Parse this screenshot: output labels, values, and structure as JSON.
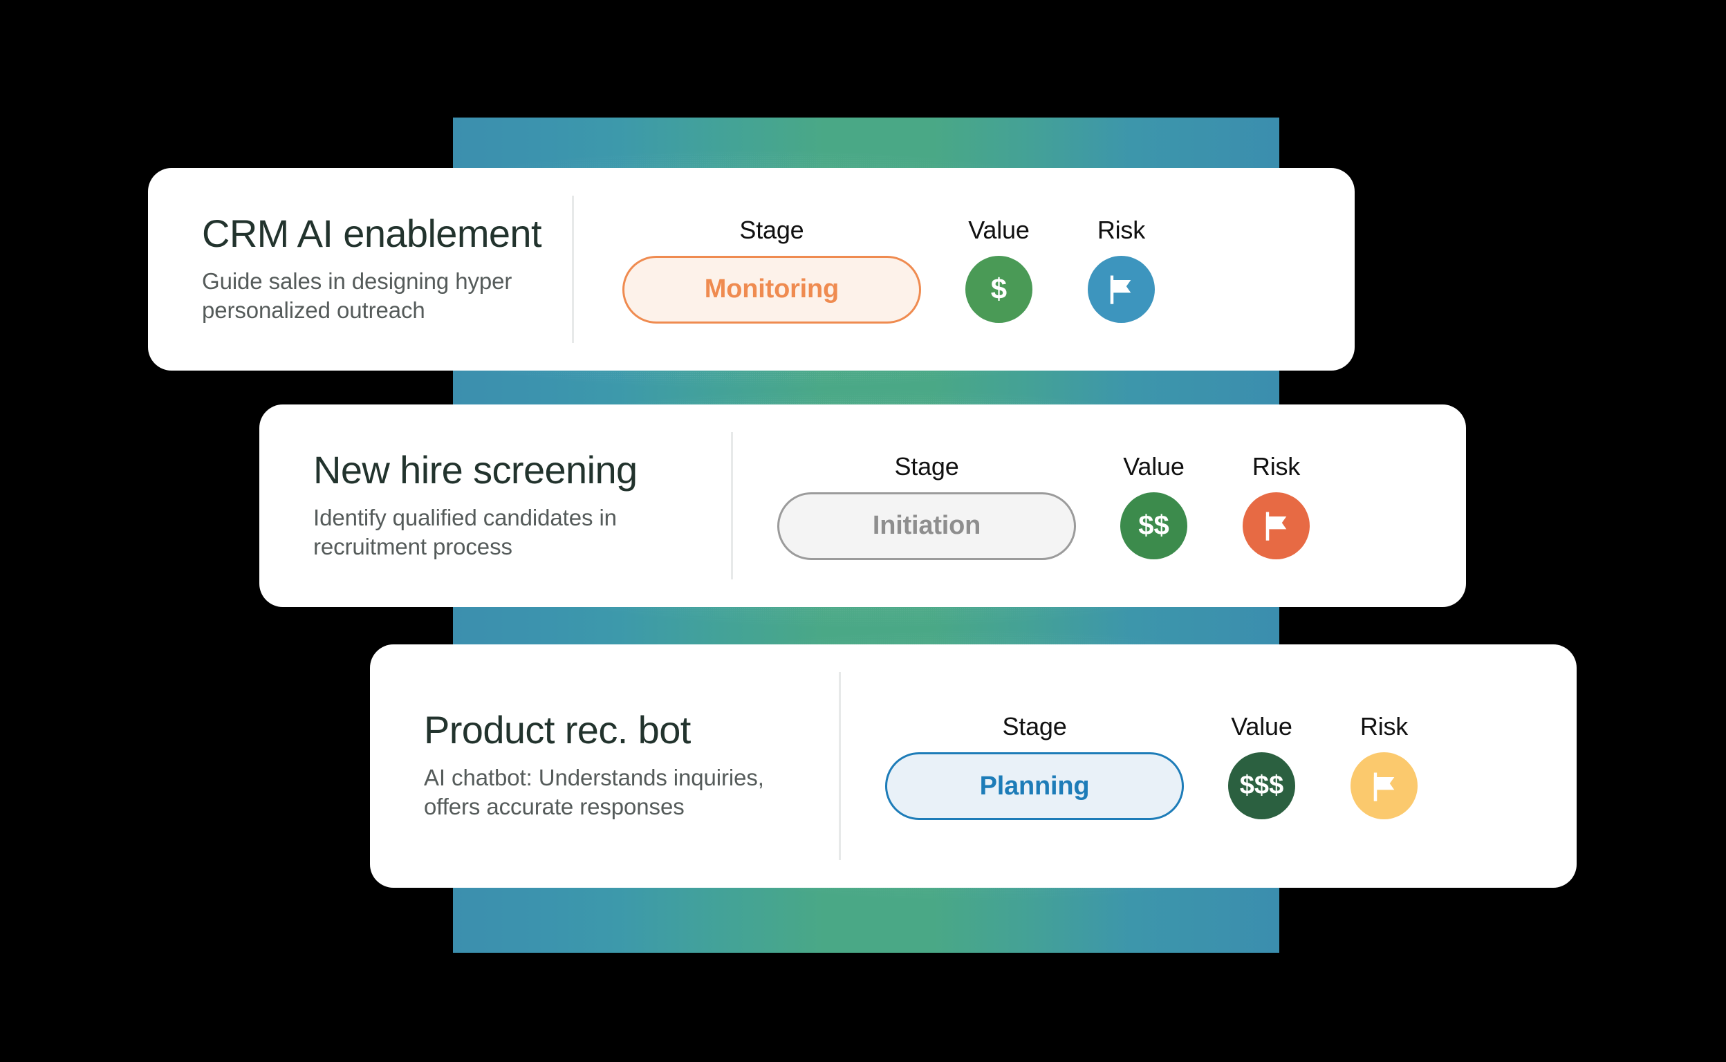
{
  "background": {
    "canvas_color": "#000000",
    "bar_gradient_start": "#3c8fae",
    "bar_gradient_mid": "#4aa886",
    "bar_gradient_end": "#3b8eae"
  },
  "column_headers": {
    "stage": "Stage",
    "value": "Value",
    "risk": "Risk"
  },
  "cards": [
    {
      "title": "CRM AI enablement",
      "description": "Guide sales in designing hyper personalized outreach",
      "stage": {
        "label": "Monitoring",
        "border_color": "#ef8b50",
        "fill_color": "#fdf2ea",
        "text_color": "#ef8b50"
      },
      "value": {
        "label": "$",
        "circle_color": "#4a9a56"
      },
      "risk": {
        "icon": "flag-icon",
        "circle_color": "#3d95be"
      }
    },
    {
      "title": "New hire screening",
      "description": "Identify qualified candidates in recruitment process",
      "stage": {
        "label": "Initiation",
        "border_color": "#9b9b9b",
        "fill_color": "#f4f4f4",
        "text_color": "#8e8e8e"
      },
      "value": {
        "label": "$$",
        "circle_color": "#3c8b4c"
      },
      "risk": {
        "icon": "flag-icon",
        "circle_color": "#e76a44"
      }
    },
    {
      "title": "Product rec. bot",
      "description": "AI chatbot: Understands inquiries, offers accurate responses",
      "stage": {
        "label": "Planning",
        "border_color": "#1d7cb8",
        "fill_color": "#e9f1f8",
        "text_color": "#1d7cb8"
      },
      "value": {
        "label": "$$$",
        "circle_color": "#2b6040"
      },
      "risk": {
        "icon": "flag-icon",
        "circle_color": "#fbc96d"
      }
    }
  ]
}
